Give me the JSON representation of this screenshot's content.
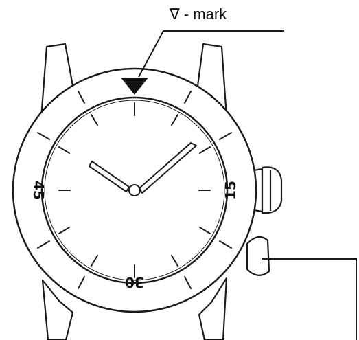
{
  "callout": {
    "label": "∇ - mark"
  },
  "bezel_numbers": {
    "left": "45",
    "right": "15",
    "bottom": "30"
  }
}
